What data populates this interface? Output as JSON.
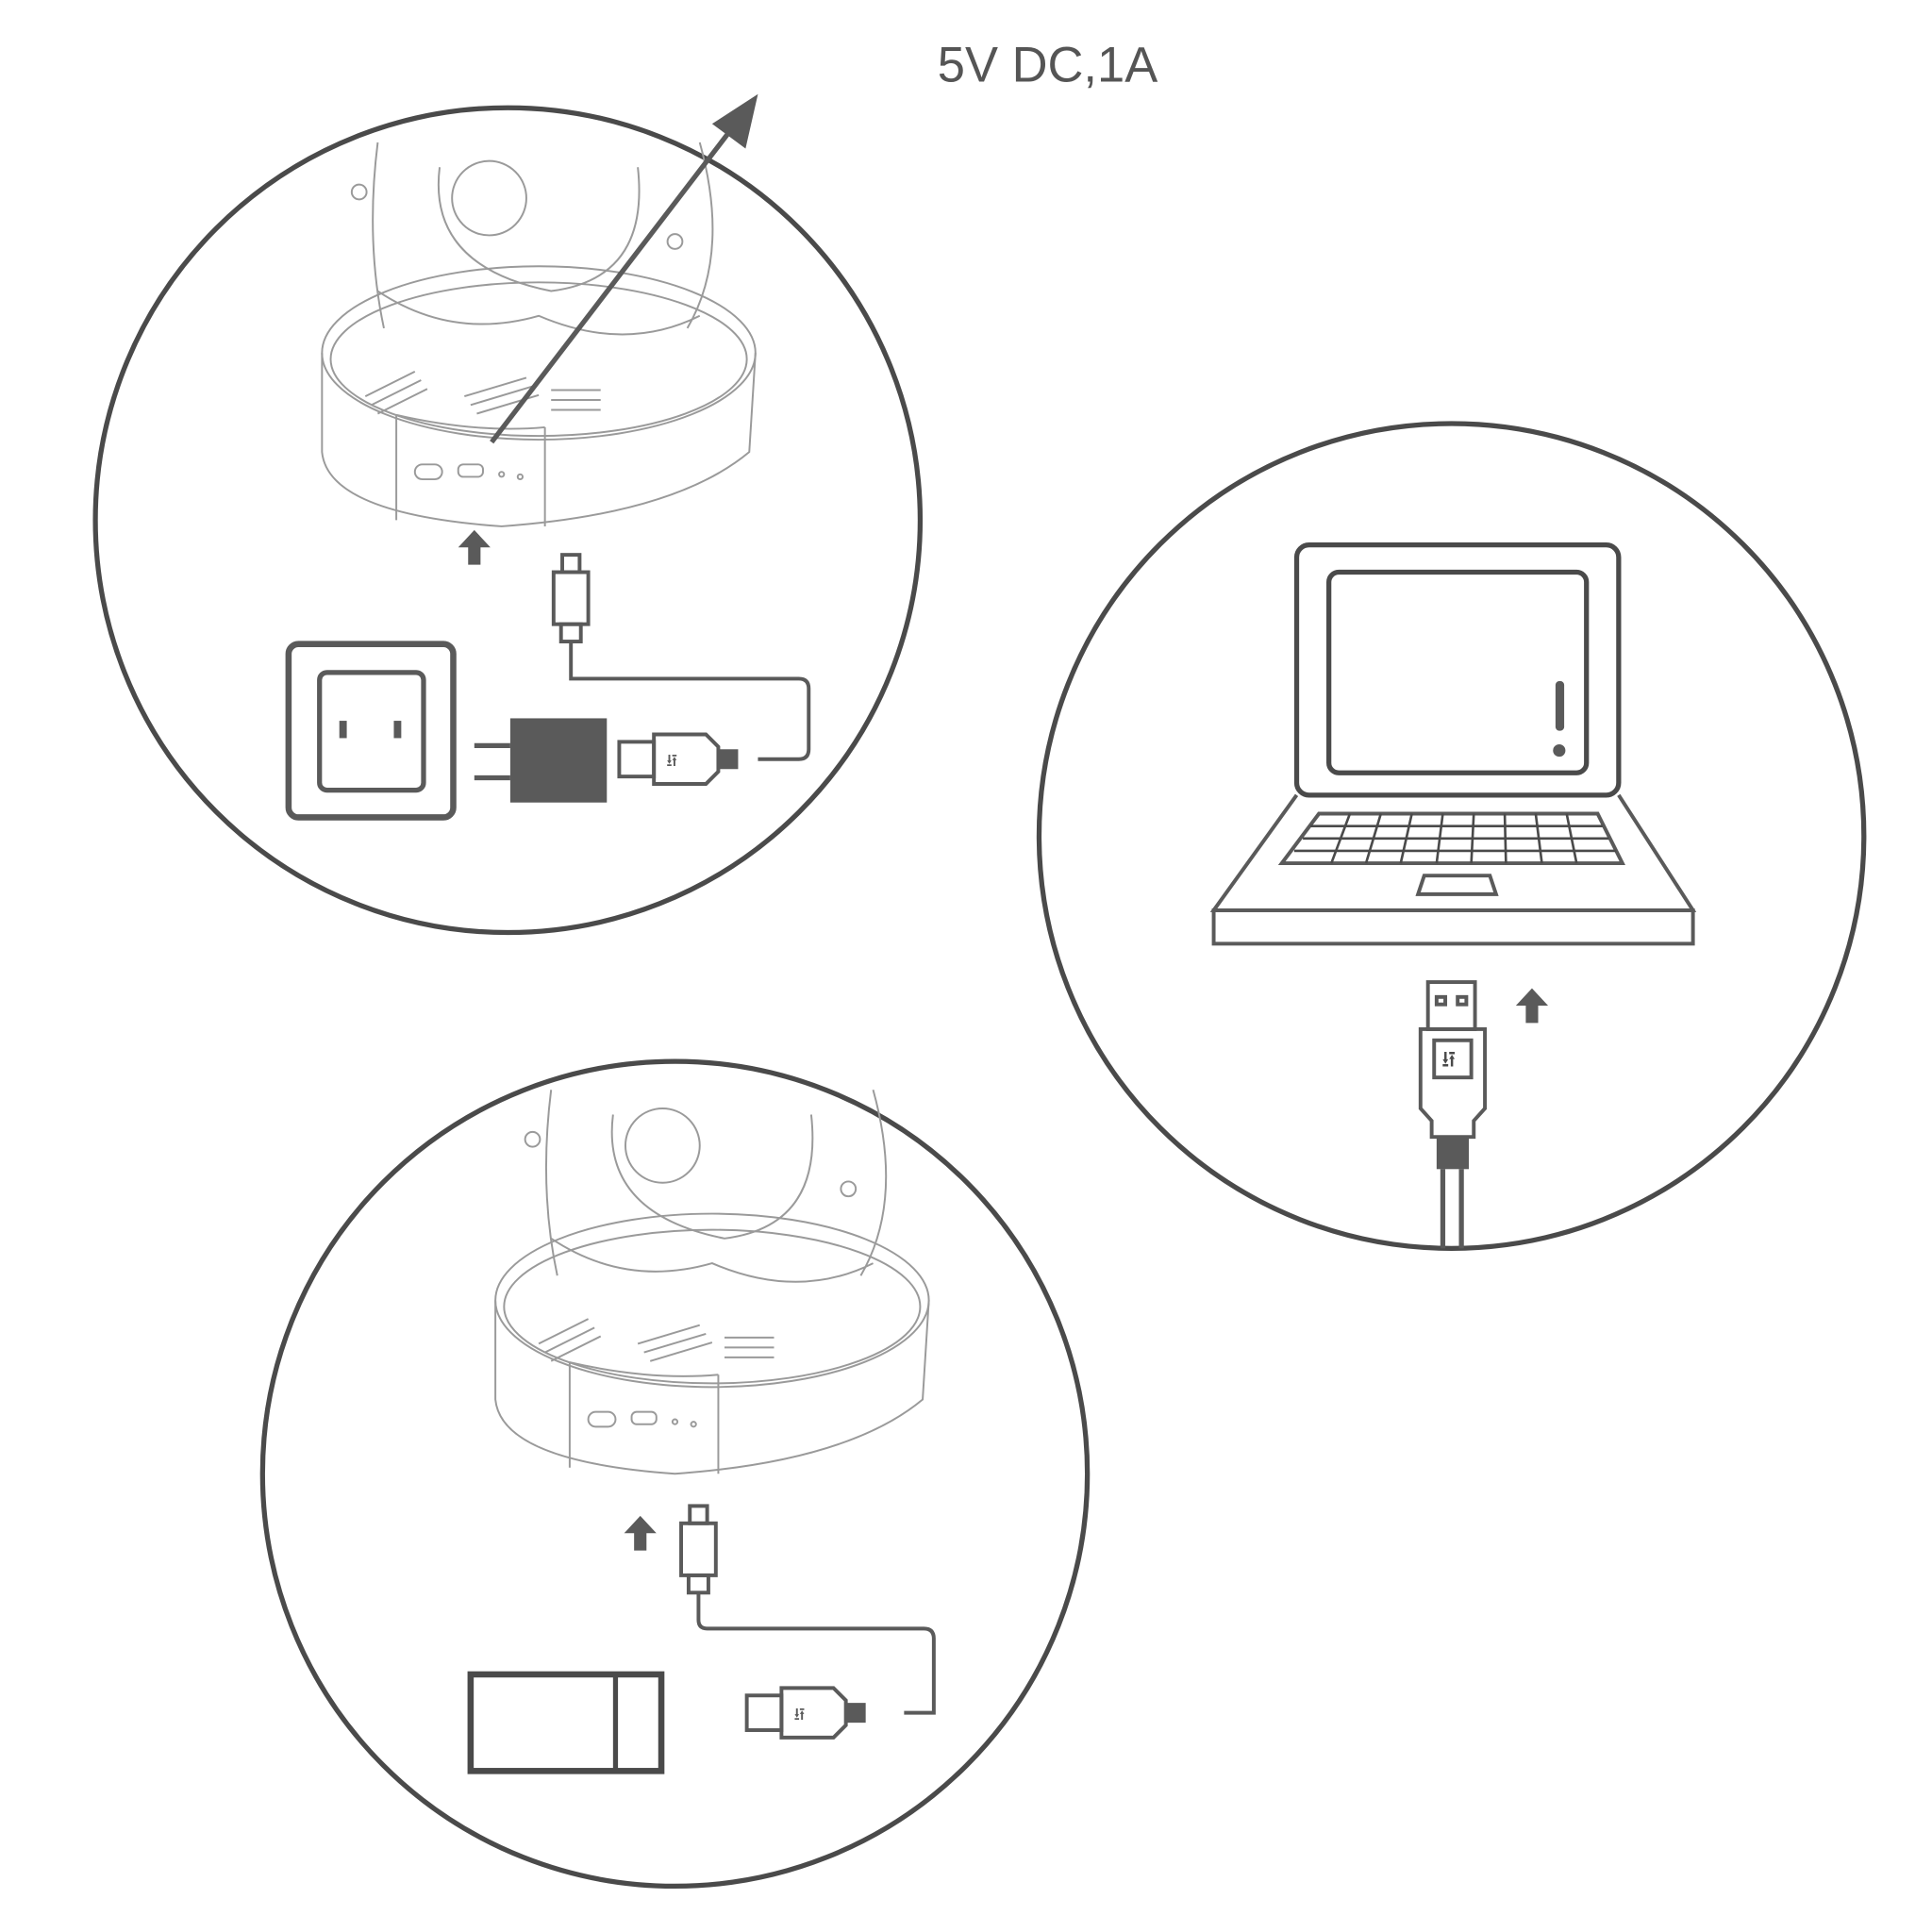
{
  "spec_label": "5V DC,1A",
  "panels": [
    {
      "id": "wall-adapter",
      "items": [
        "camera",
        "micro-usb-plug",
        "usb-cable",
        "power-adapter",
        "wall-socket"
      ]
    },
    {
      "id": "laptop",
      "items": [
        "laptop",
        "usb-a-plug"
      ]
    },
    {
      "id": "power-bank",
      "items": [
        "camera",
        "micro-usb-plug",
        "usb-cable",
        "power-bank"
      ]
    }
  ],
  "colors": {
    "line": "#4a4a4a",
    "fill": "#5a5a5a",
    "text": "#555555"
  }
}
